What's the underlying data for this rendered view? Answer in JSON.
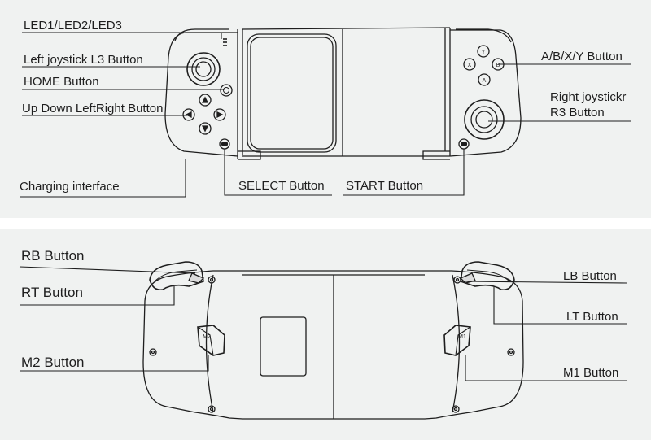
{
  "top_panel": {
    "labels": {
      "led": "LED1/LED2/LED3",
      "left_joystick": "Left joystick L3 Button",
      "home": "HOME Button",
      "dpad": "Up Down LeftRight Button",
      "charging": "Charging interface",
      "select": "SELECT Button",
      "start": "START  Button",
      "abxy": "A/B/X/Y Button",
      "right_joystick_line1": "Right joystickr",
      "right_joystick_line2": "R3 Button"
    },
    "face_buttons": {
      "y": "Y",
      "x": "X",
      "b": "B",
      "a": "A"
    }
  },
  "bottom_panel": {
    "labels": {
      "rb": "RB Button",
      "rt": "RT Button",
      "m2": "M2 Button",
      "lb": "LB Button",
      "lt": "LT Button",
      "m1": "M1 Button"
    },
    "paddle_marks": {
      "m2": "M2",
      "m1": "M1"
    }
  },
  "colors": {
    "background": "#f0f2f1",
    "ink": "#1e1e1e",
    "divider": "#ffffff"
  }
}
